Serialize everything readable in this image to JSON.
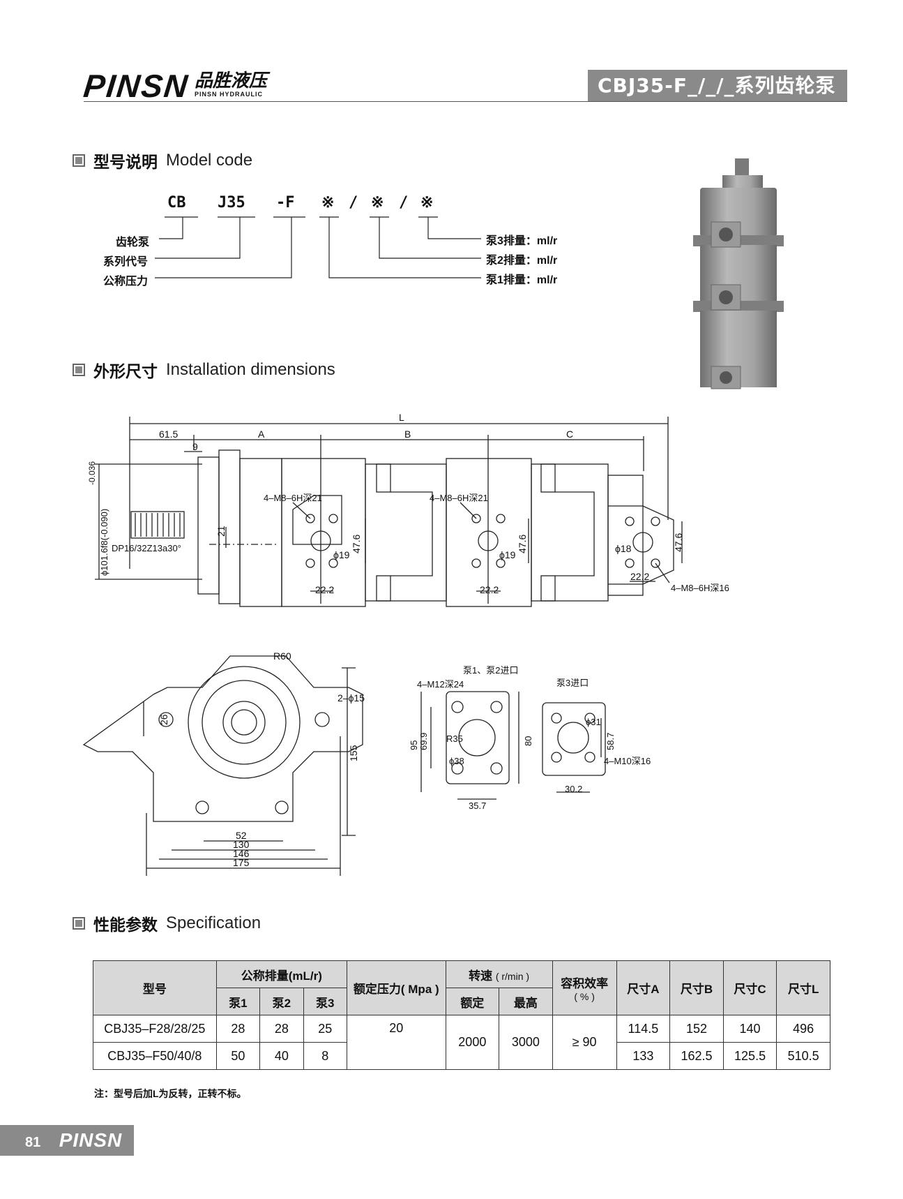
{
  "header": {
    "logo_word": "PINSN",
    "logo_cn": "品胜液压",
    "logo_sub": "PINSN HYDRAULIC",
    "series_title": "CBJ35-F_/_/_系列齿轮泵"
  },
  "sections": {
    "model_code": {
      "cn": "型号说明",
      "en": "Model code"
    },
    "install": {
      "cn": "外形尺寸",
      "en": "Installation dimensions"
    },
    "spec": {
      "cn": "性能参数",
      "en": "Specification"
    }
  },
  "model_code": {
    "parts": [
      "CB",
      "J35",
      "-F",
      "※",
      "/",
      "※",
      "/",
      "※"
    ],
    "left_labels": [
      "齿轮泵",
      "系列代号",
      "公称压力"
    ],
    "right_labels": [
      "泵3排量：ml/r",
      "泵2排量：ml/r",
      "泵1排量：ml/r"
    ]
  },
  "drawing": {
    "dims_top": [
      "L",
      "61.5",
      "A",
      "B",
      "C",
      "9"
    ],
    "shaft_dia": "ϕ101.6f8(-0.090)",
    "shaft_tol": "-0.036",
    "spline": "DP16/32Z13a30°",
    "thread1": "4–M8–6H深21",
    "thread2": "4–M8–6H深21",
    "thread3": "4–M8–6H深16",
    "dia19a": "ϕ19",
    "dia19b": "ϕ19",
    "dia18": "ϕ18",
    "d47a": "47.6",
    "d47b": "47.6",
    "d47c": "47.6",
    "d22a": "22.2",
    "d22b": "22.2",
    "d22c": "22.2",
    "d21": "21",
    "front": {
      "r60": "R60",
      "d26": "26",
      "holes": "2–ϕ15",
      "d155": "155",
      "d52": "52",
      "d130": "130",
      "d146": "146",
      "d175": "175"
    },
    "port12": {
      "title": "泵1、泵2进口",
      "thread": "4–M12深24",
      "r35": "R35",
      "dia": "ϕ38",
      "d95": "95",
      "d699": "69.9",
      "d80": "80",
      "d357": "35.7"
    },
    "port3": {
      "title": "泵3进口",
      "dia": "ϕ31",
      "d587": "58.7",
      "thread": "4–M10深16",
      "d302": "30.2"
    }
  },
  "spec_table": {
    "headers": {
      "model": "型号",
      "disp": "公称排量(mL/r)",
      "pressure": "额定压力( Mpa )",
      "speed": "转速",
      "speed_unit": "( r/min )",
      "eff": "容积效率",
      "eff_unit": "( % )",
      "dimA": "尺寸A",
      "dimB": "尺寸B",
      "dimC": "尺寸C",
      "dimL": "尺寸L",
      "p1": "泵1",
      "p2": "泵2",
      "p3": "泵3",
      "rated": "额定",
      "max": "最高"
    },
    "rows": [
      {
        "model": "CBJ35–F28/28/25",
        "p1": "28",
        "p2": "28",
        "p3": "25",
        "A": "114.5",
        "B": "152",
        "C": "140",
        "L": "496"
      },
      {
        "model": "CBJ35–F50/40/8",
        "p1": "50",
        "p2": "40",
        "p3": "8",
        "A": "133",
        "B": "162.5",
        "C": "125.5",
        "L": "510.5"
      }
    ],
    "pressure_value": "20",
    "rated_speed": "2000",
    "max_speed": "3000",
    "efficiency": "≥ 90"
  },
  "note": "注：型号后加L为反转，正转不标。",
  "footer": {
    "page": "81",
    "brand": "PINSN"
  }
}
